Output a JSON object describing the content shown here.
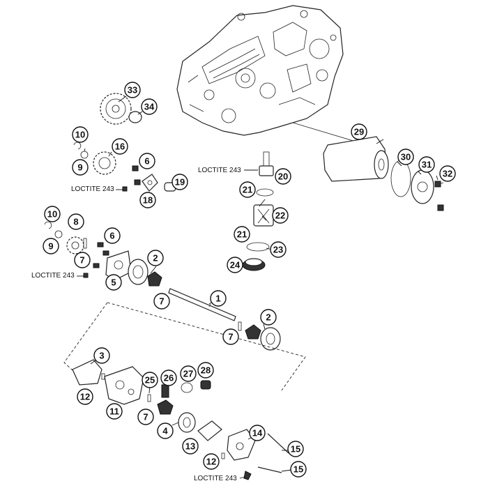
{
  "callouts": [
    {
      "label": "33"
    },
    {
      "label": "34"
    },
    {
      "label": "10"
    },
    {
      "label": "16"
    },
    {
      "label": "9"
    },
    {
      "label": "6"
    },
    {
      "label": "19"
    },
    {
      "label": "18"
    },
    {
      "label": "29"
    },
    {
      "label": "30"
    },
    {
      "label": "31"
    },
    {
      "label": "32"
    },
    {
      "label": "20"
    },
    {
      "label": "21"
    },
    {
      "label": "22"
    },
    {
      "label": "21"
    },
    {
      "label": "23"
    },
    {
      "label": "24"
    },
    {
      "label": "10"
    },
    {
      "label": "8"
    },
    {
      "label": "6"
    },
    {
      "label": "9"
    },
    {
      "label": "7"
    },
    {
      "label": "2"
    },
    {
      "label": "5"
    },
    {
      "label": "7"
    },
    {
      "label": "1"
    },
    {
      "label": "2"
    },
    {
      "label": "7"
    },
    {
      "label": "3"
    },
    {
      "label": "12"
    },
    {
      "label": "25"
    },
    {
      "label": "26"
    },
    {
      "label": "27"
    },
    {
      "label": "28"
    },
    {
      "label": "11"
    },
    {
      "label": "7"
    },
    {
      "label": "4"
    },
    {
      "label": "13"
    },
    {
      "label": "14"
    },
    {
      "label": "15"
    },
    {
      "label": "12"
    },
    {
      "label": "15"
    }
  ],
  "notes": [
    {
      "text": "LOCTITE 243"
    },
    {
      "text": "LOCTITE 243"
    },
    {
      "text": "LOCTITE 243"
    },
    {
      "text": "LOCTITE 243"
    }
  ]
}
